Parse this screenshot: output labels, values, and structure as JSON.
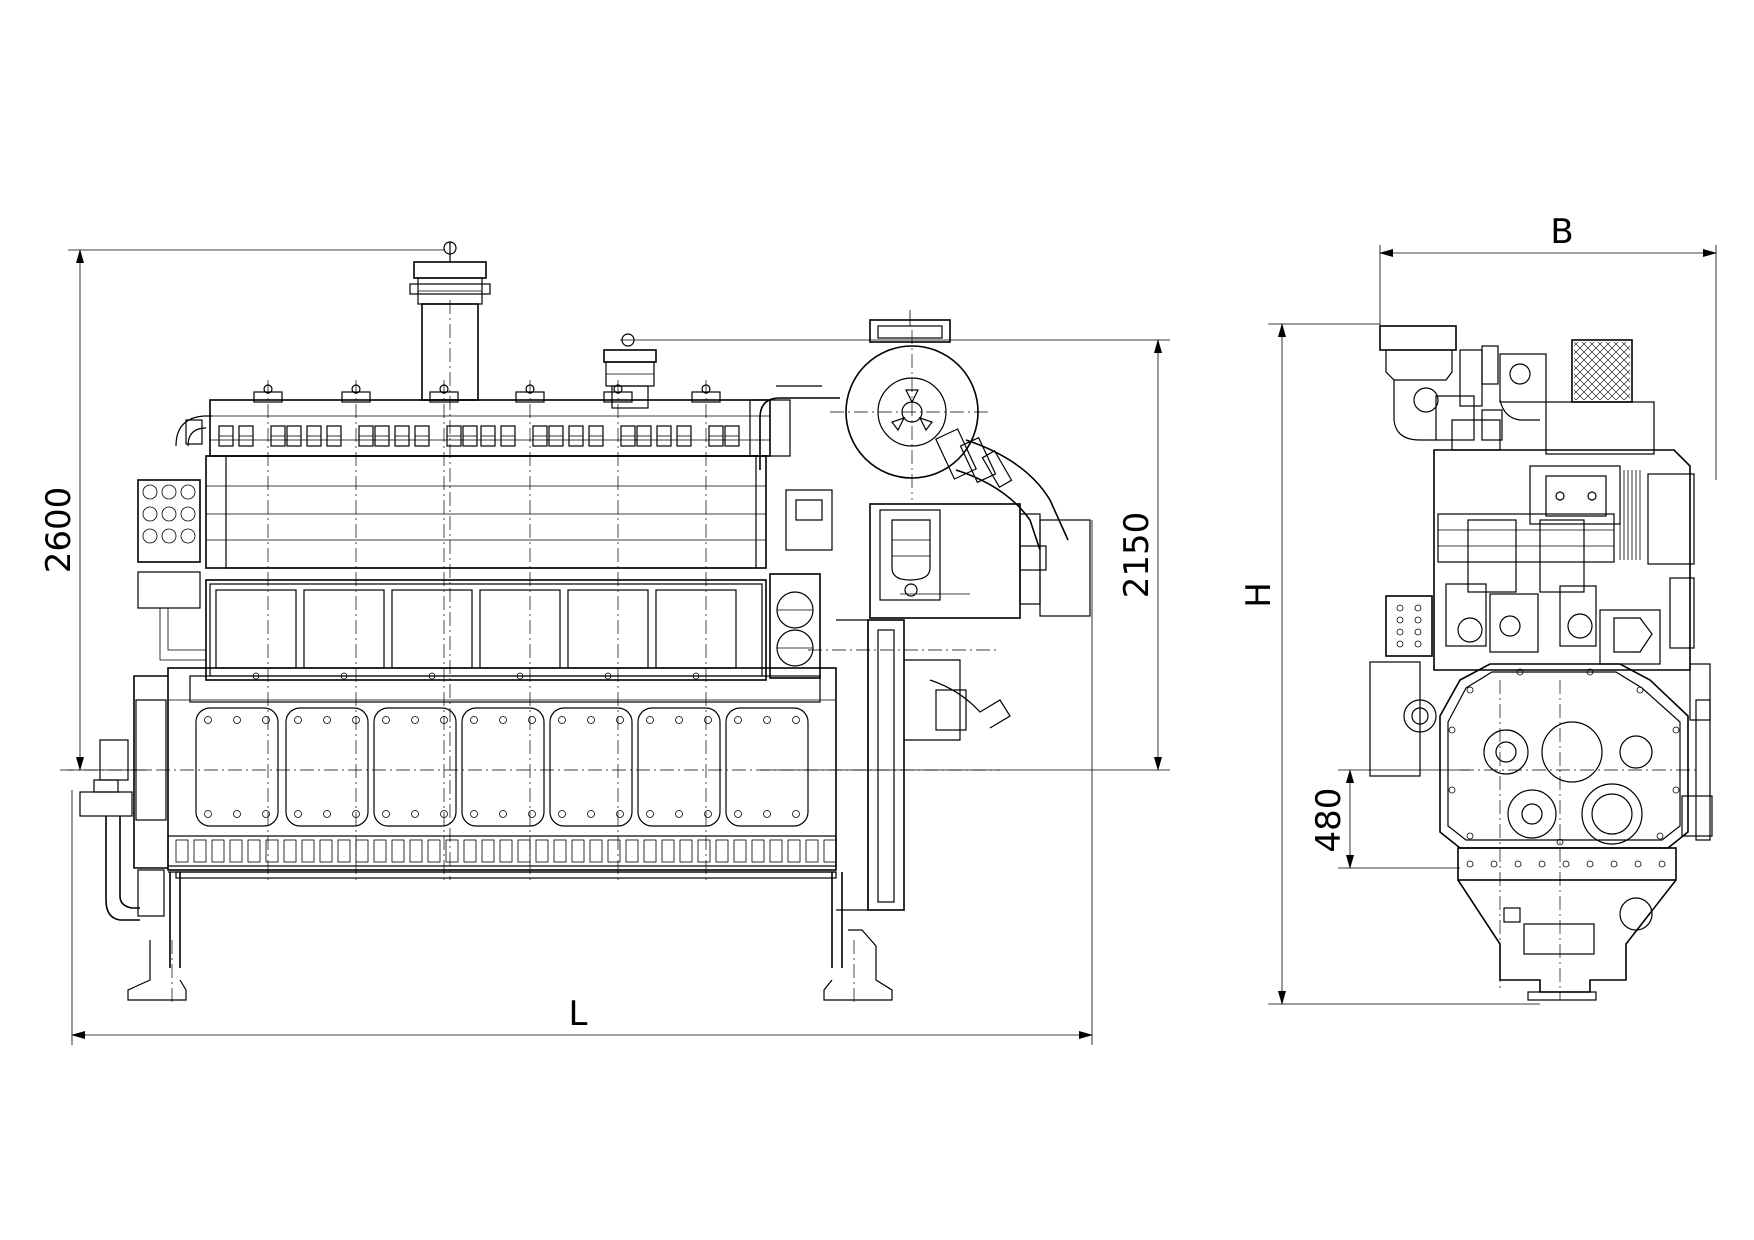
{
  "dimensions": {
    "length": "L",
    "height_total": "2600",
    "height_mid": "2150",
    "width": "B",
    "height_end": "H",
    "height_shaft": "480"
  }
}
